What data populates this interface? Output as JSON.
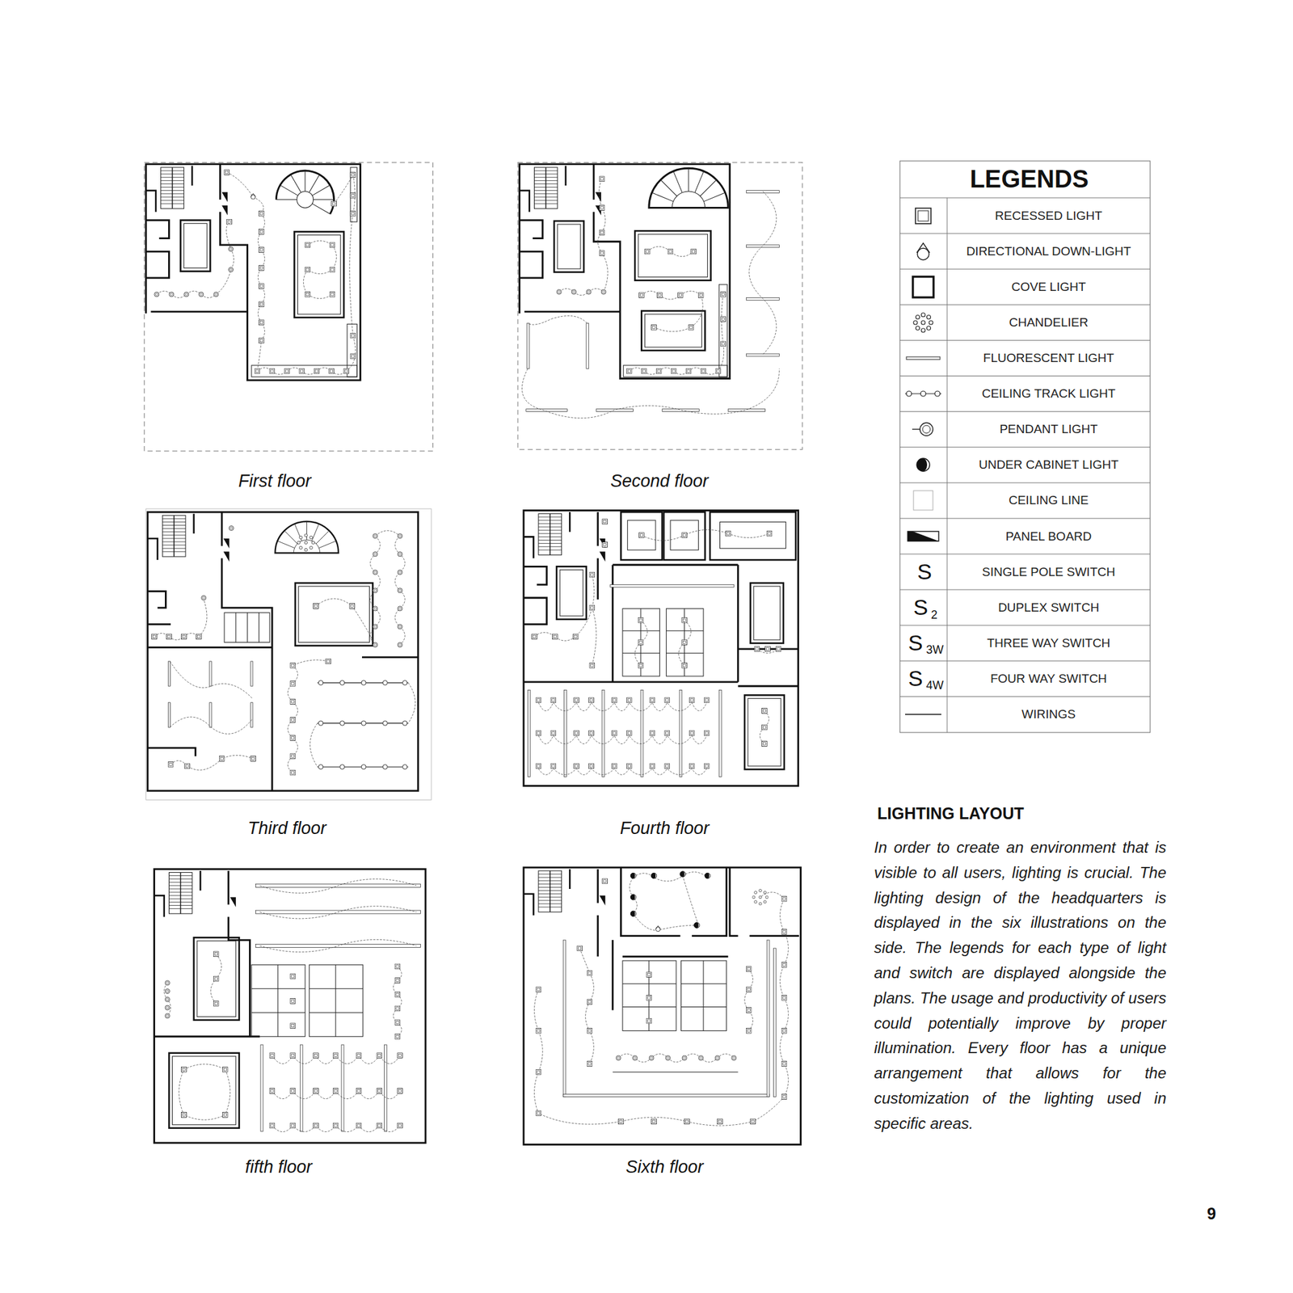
{
  "diagram": {
    "title": "LIGHTING LAYOUT",
    "nodes": [
      {
        "text": [
          "First floor"
        ]
      },
      {
        "text": [
          "Second floor"
        ]
      },
      {
        "text": [
          "Third floor"
        ]
      },
      {
        "text": [
          "Fourth floor"
        ]
      },
      {
        "text": [
          "fifth floor"
        ]
      },
      {
        "text": [
          "Sixth floor"
        ]
      }
    ],
    "labels": [
      "LEGENDS",
      "S",
      "S",
      "2",
      "S",
      "3W",
      "S",
      "4W",
      "In order to create an environment that is visible to all users, lighting is crucial. The lighting design of the headquarters is displayed in the six illustrations on the side. The legends for each type of light and switch are displayed alongside the plans. The usage and productivity of users could potentially improve by proper illumination. Every floor has a unique arrangement that allows for the customization of the lighting used in specific areas.",
      "9"
    ],
    "legend": [
      {
        "text": "RECESSED LIGHT"
      },
      {
        "text": "DIRECTIONAL DOWN-LIGHT"
      },
      {
        "text": "COVE LIGHT"
      },
      {
        "text": "CHANDELIER"
      },
      {
        "text": "FLUORESCENT LIGHT"
      },
      {
        "text": "CEILING TRACK LIGHT"
      },
      {
        "text": "PENDANT LIGHT"
      },
      {
        "text": "UNDER CABINET LIGHT"
      },
      {
        "text": "CEILING LINE"
      },
      {
        "text": "PANEL BOARD"
      },
      {
        "text": "SINGLE POLE SWITCH"
      },
      {
        "text": "DUPLEX SWITCH"
      },
      {
        "text": "THREE WAY SWITCH"
      },
      {
        "text": "FOUR WAY SWITCH"
      },
      {
        "text": "WIRINGS"
      }
    ]
  }
}
